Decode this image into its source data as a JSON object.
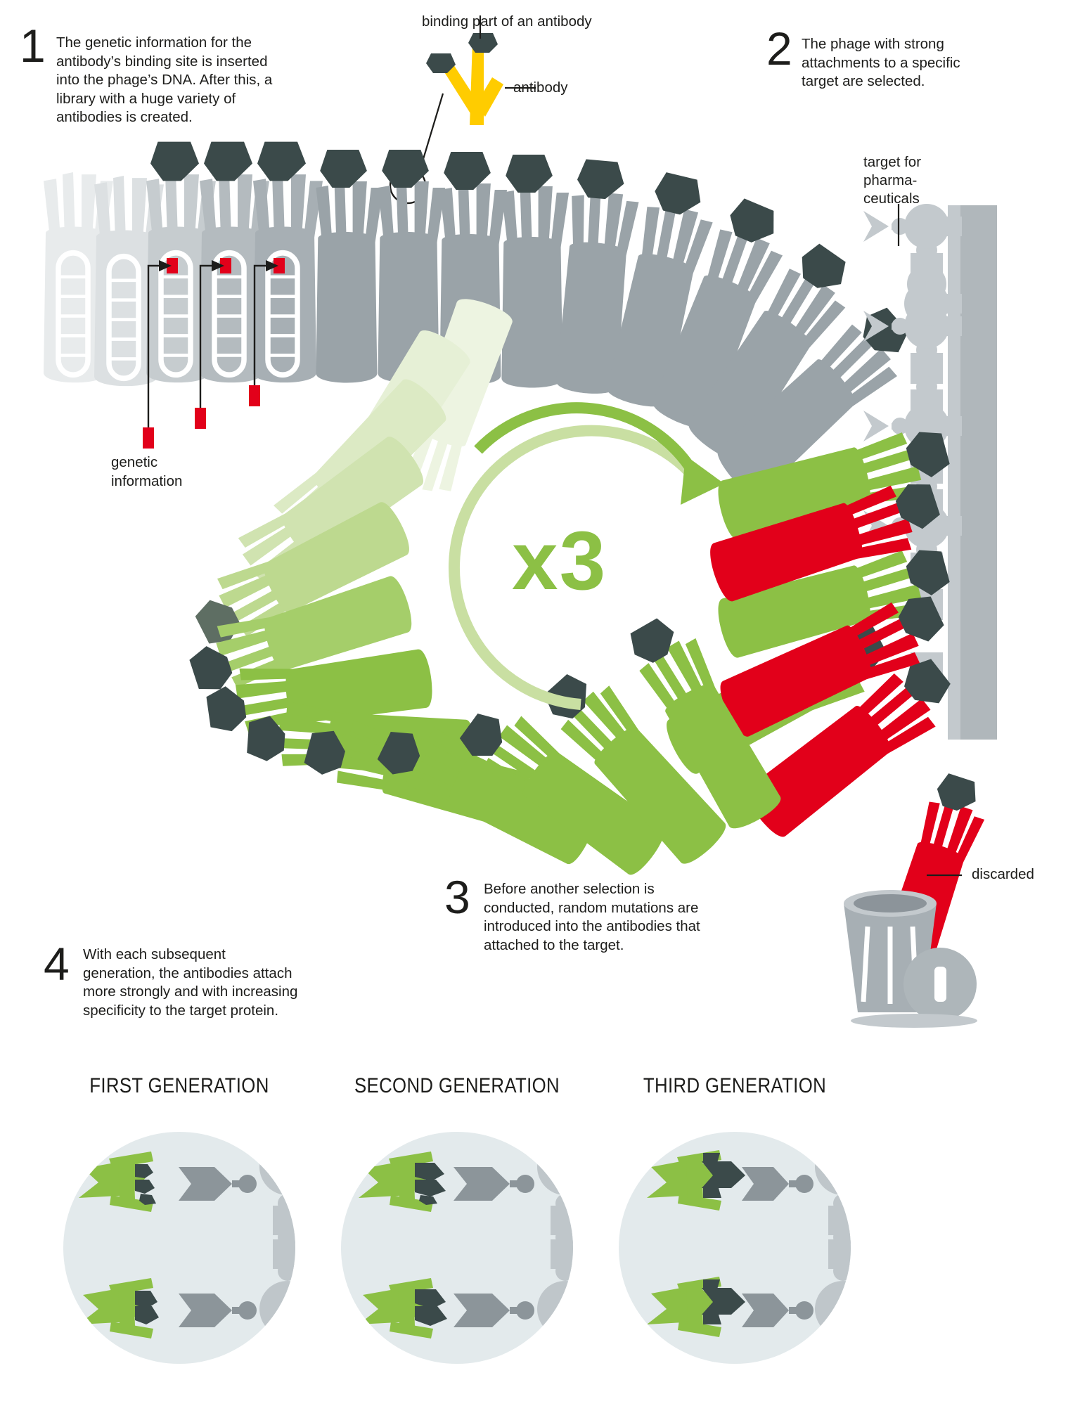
{
  "figure": {
    "title": "Phage display antibody selection process",
    "background": "#ffffff"
  },
  "colors": {
    "green": "#8CC045",
    "green_dark": "#7BAE3A",
    "green_pale": "#DCE9C2",
    "red": "#E2001A",
    "red_gene": "#E2001A",
    "yellow": "#FFCC00",
    "dark_head": "#3B4A4A",
    "gray": "#9AA3A8",
    "gray_light": "#C7CDD1",
    "gray_mid": "#AEB6BA",
    "circle_bg": "#E3EAEC",
    "text": "#1d1d1b"
  },
  "steps": [
    {
      "number": "1",
      "text": "The genetic information for the antibody’s binding site is inserted into the phage’s DNA. After this, a library with a huge variety of antibodies is created."
    },
    {
      "number": "2",
      "text": "The phage with strong attachments to a specific target are selected."
    },
    {
      "number": "3",
      "text": "Before another selection is conducted, random mutations are introduced into the antibodies that attached to the target."
    },
    {
      "number": "4",
      "text": "With each subsequent generation, the antibodies attach more strongly and with increasing specificity to the target protein."
    }
  ],
  "labels": {
    "binding_part": "binding part of an antibody",
    "antibody": "antibody",
    "genetic_information": "genetic information",
    "target_for_pharmaceuticals": "target for pharma-\nceuticals",
    "target_line1": "target for",
    "target_line2": "pharma-",
    "target_line3": "ceuticals",
    "discarded": "discarded",
    "cycle_multiplier": "x3"
  },
  "generations": [
    {
      "label": "FIRST GENERATION",
      "binding_strength": "loose"
    },
    {
      "label": "SECOND GENERATION",
      "binding_strength": "medium"
    },
    {
      "label": "THIRD GENERATION",
      "binding_strength": "tight"
    }
  ],
  "diagram_elements": {
    "library_phage_count": 5,
    "gene_markers": 3,
    "cycle_arrow": "clockwise-circular-arrow",
    "selected_phages_green": 3,
    "rejected_phages_red": 4,
    "receptor_sites": 5
  }
}
